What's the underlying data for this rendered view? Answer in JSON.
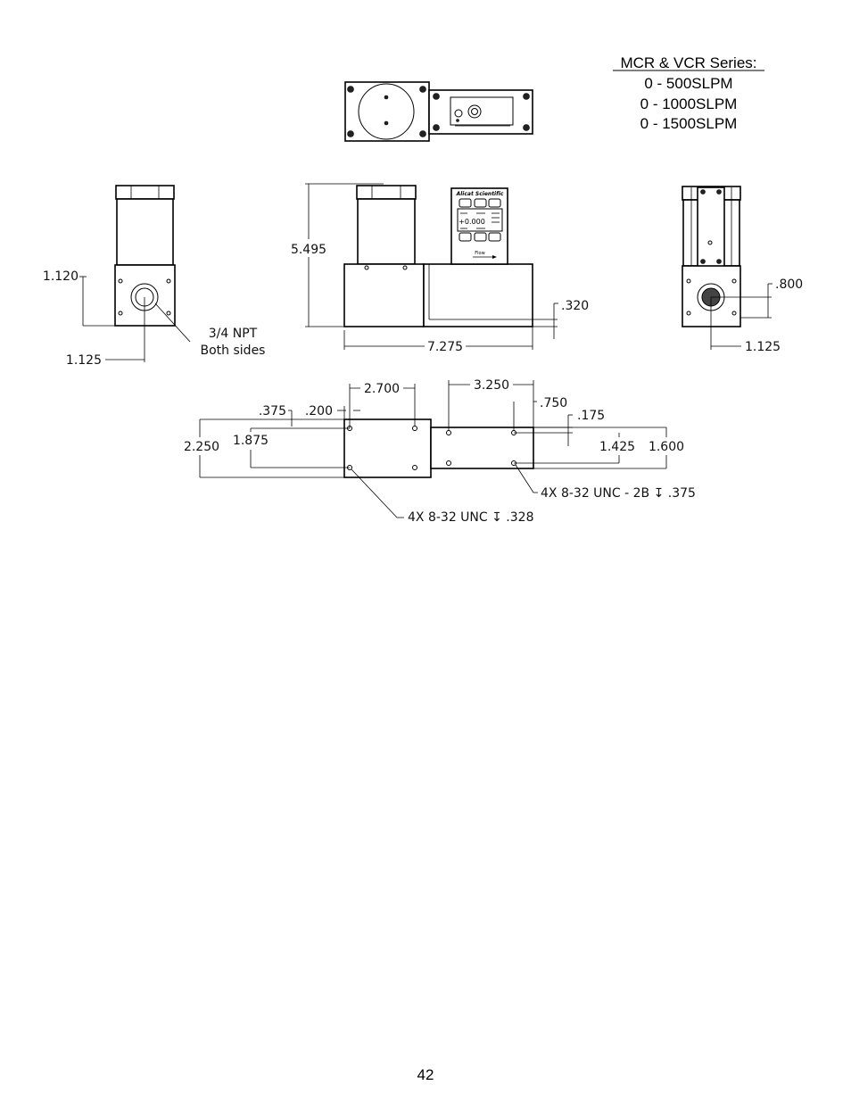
{
  "series_title": "MCR & VCR Series:",
  "ranges": [
    "0 - 500SLPM",
    "0 - 1000SLPM",
    "0 - 1500SLPM"
  ],
  "dimensions": {
    "left_view_height": "1.120",
    "left_view_width": "1.125",
    "port_note_line1": "3/4 NPT",
    "port_note_line2": "Both sides",
    "overall_height": "5.495",
    "overall_length": "7.275",
    "base_offset": ".320",
    "right_view_height": ".800",
    "right_view_width": "1.125",
    "bottom_hole_span_left": "2.700",
    "bottom_hole_span_right": "3.250",
    "bottom_edge_375": ".375",
    "bottom_edge_200": ".200",
    "bottom_edge_750": ".750",
    "bottom_edge_175": ".175",
    "bottom_depth_left_outer": "2.250",
    "bottom_depth_left_inner": "1.875",
    "bottom_depth_right_inner": "1.425",
    "bottom_depth_right_outer": "1.600",
    "thread_note_right": "4X 8-32 UNC  - 2B ↧ .375",
    "thread_note_left": "4X 8-32 UNC  ↧ .328"
  },
  "display": {
    "brand": "Alicat Scientific",
    "reading": "+0.000",
    "flow_label": "Flow"
  },
  "page_number": "42"
}
